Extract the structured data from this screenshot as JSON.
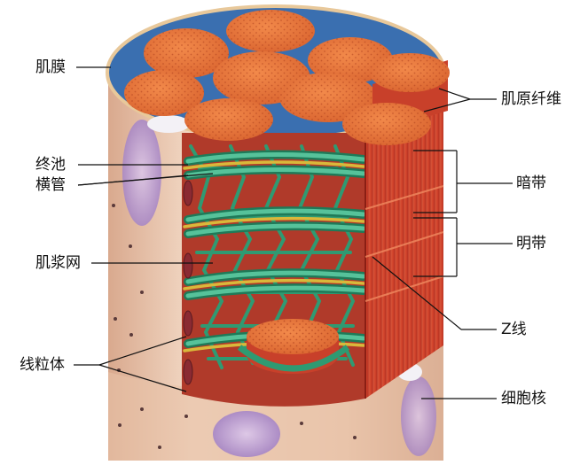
{
  "labels": {
    "sarcolemma": "肌膜",
    "terminal_cisterna": "终池",
    "t_tubule": "横管",
    "sarcoplasmic_reticulum": "肌浆网",
    "mitochondria": "线粒体",
    "myofibril": "肌原纤维",
    "a_band": "暗带",
    "i_band": "明带",
    "z_line": "Z线",
    "nucleus": "细胞核"
  },
  "colors": {
    "fiber_surface": "#e8c4a8",
    "myofibril_top": "#e8773a",
    "myofibril_side": "#c8402a",
    "reticulum": "#3aa07a",
    "t_tubule": "#e0c040",
    "nucleus": "#a88ac8",
    "sarcoplasm_blue": "#3a78b8"
  }
}
